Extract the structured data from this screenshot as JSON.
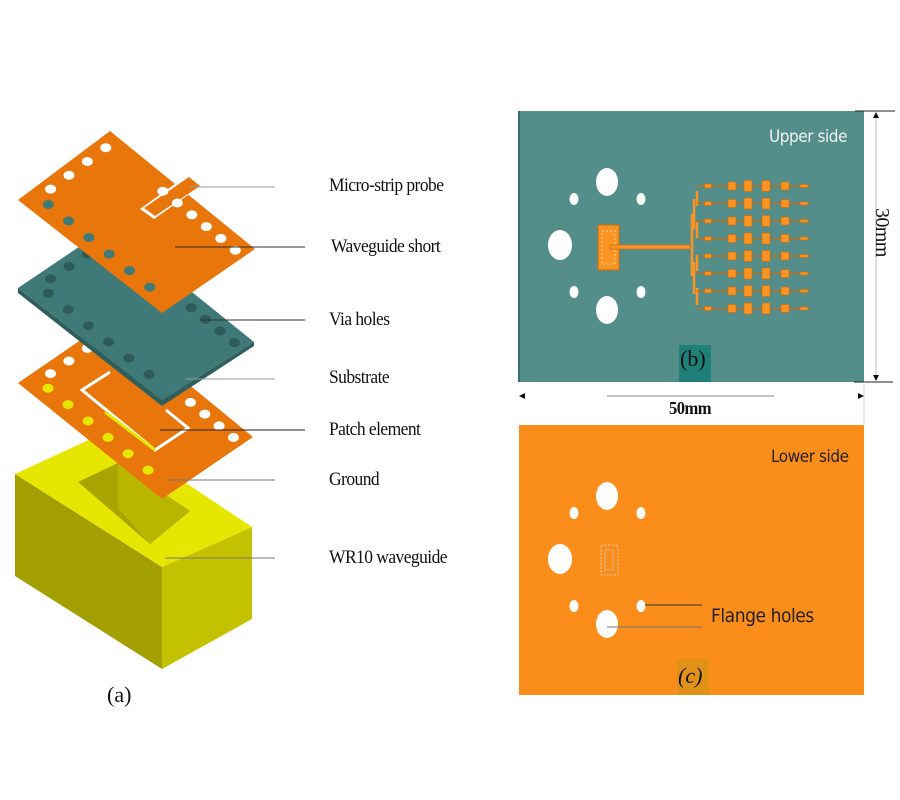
{
  "figure": {
    "panel_a": {
      "caption": "(a)",
      "labels": [
        "Micro-strip probe",
        "Waveguide short",
        "Via holes",
        "Substrate",
        "Patch element",
        "Ground",
        "WR10 waveguide"
      ]
    },
    "panel_b": {
      "caption": "(b)",
      "side_label": "Upper side",
      "width_dimension": "50mm",
      "height_dimension": "30mm",
      "array_rows": 8,
      "array_columns": 6
    },
    "panel_c": {
      "caption": "(c)",
      "side_label": "Lower side",
      "annotation": "Flange holes"
    },
    "colors": {
      "copper": "#e8760a",
      "substrate": "#3f7a78",
      "substrate_panel": "#538e8b",
      "lower_panel": "#fb8d1a",
      "waveguide_top": "#e8e800",
      "waveguide_left": "#a39f00",
      "waveguide_right": "#c4c200",
      "patch_orange": "#fb9422"
    }
  }
}
